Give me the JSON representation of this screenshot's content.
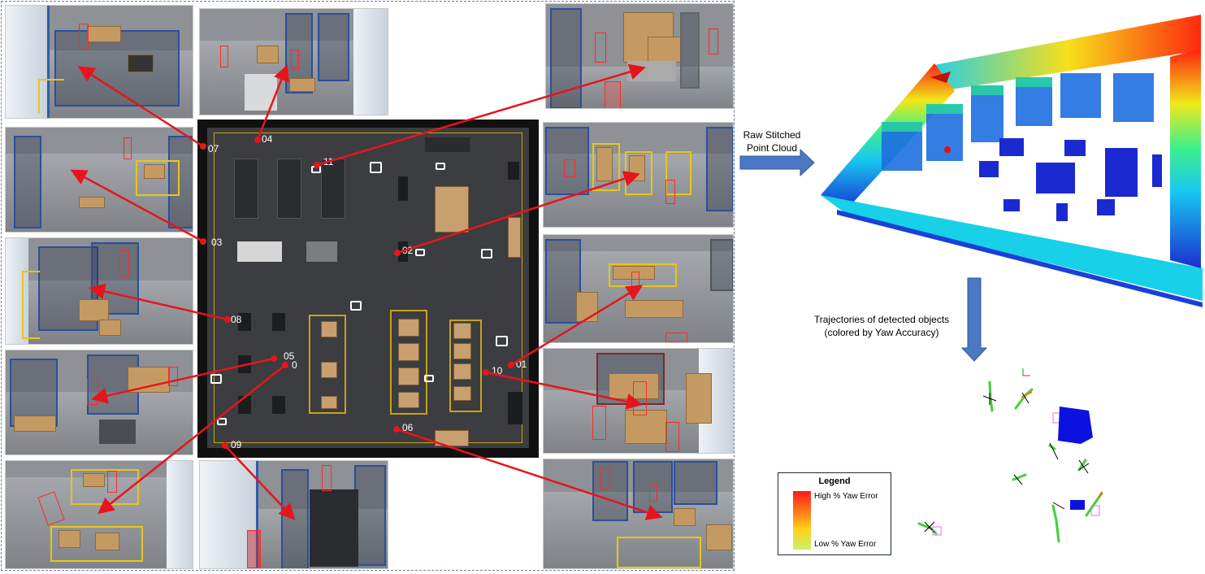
{
  "camera_labels": [
    "07",
    "04",
    "11",
    "03",
    "02",
    "08",
    "05",
    "0",
    "01",
    "10",
    "06",
    "09"
  ],
  "point_cloud_label_line1": "Raw Stitched",
  "point_cloud_label_line2": "Point Cloud",
  "trajectory_label_line1": "Trajectories of detected objects",
  "trajectory_label_line2": "(colored by Yaw Accuracy)",
  "legend": {
    "title": "Legend",
    "high": "High % Yaw Error",
    "low": "Low % Yaw Error",
    "gradient": [
      "#ff1a1a",
      "#ff7a18",
      "#ffd21a",
      "#c6f06a"
    ]
  },
  "colors": {
    "arrow": "#e8141c",
    "flow_arrow": "#4a78c2",
    "frame_dash": "#6a7f9c",
    "zone": "#c9a218"
  }
}
